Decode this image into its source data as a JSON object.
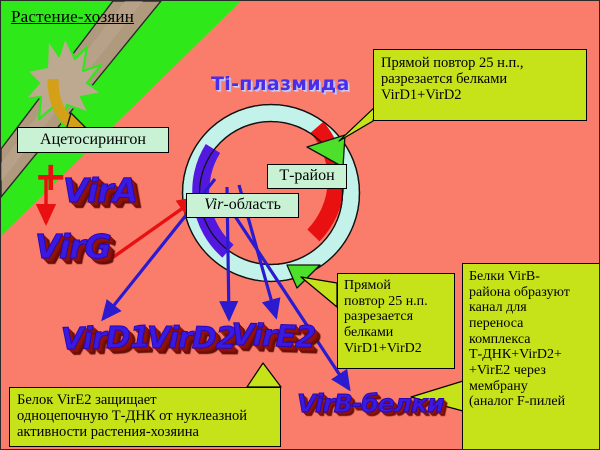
{
  "figure": {
    "background_color": "#fa7d6b",
    "plant_region_color": "#2ee81a",
    "cell_wall_color": "#b09a7e",
    "callout_color": "#c6e219",
    "label_box_color": "#c9f2d4"
  },
  "plant": {
    "title": "Растение-хозяин",
    "wound_icon": "burst-star-icon",
    "signal_arrow_icon": "curved-arrow-icon"
  },
  "labels": {
    "acetosyringone": "Ацетосирингон",
    "plus_sign": "+",
    "vir_a": "VirA",
    "vir_g": "VirG",
    "vir_d1": "VirD1",
    "vir_d2": "VirD2",
    "vir_e2": "VirE2",
    "vir_b": "VirB-белки"
  },
  "plasmid": {
    "title": "Ti-плазмида",
    "t_region": "Т-район",
    "vir_region_italic": "Vir",
    "vir_region_rest": "-область",
    "segments": [
      {
        "name": "t-dna-segment",
        "color": "#e81010",
        "label": "Т-район"
      },
      {
        "name": "vir-region-segment",
        "color": "#5318e0",
        "label": "Vir-область"
      },
      {
        "name": "backbone-segment",
        "color": "#c3f2ea",
        "label": ""
      }
    ],
    "border_marker_icon": "green-arrowhead-icon",
    "border_marker_count": 2
  },
  "callouts": {
    "top_right": {
      "lines": [
        "Прямой повтор 25 н.п.,",
        "разрезается белками",
        "VirD1+VirD2"
      ]
    },
    "middle": {
      "lines": [
        "Прямой",
        "повтор 25 н.п.",
        "разрезается",
        "белками",
        "VirD1+VirD2"
      ]
    },
    "right": {
      "lines": [
        "Белки VirB-",
        "района образуют",
        "канал для",
        "переноса",
        "комплекса",
        "Т-ДНК+VirD2+",
        "+VirE2 через",
        "мембрану",
        "(аналог F-пилей"
      ]
    },
    "bottom_left": {
      "lines": [
        "Белок VirE2 защищает",
        "одноцепочную Т-ДНК от нуклеазной",
        "активности растения-хозяина"
      ]
    }
  },
  "arrows": {
    "activation_color": "#e81010",
    "transport_color": "#2a1ad0",
    "signal_color": "#d4a017"
  }
}
